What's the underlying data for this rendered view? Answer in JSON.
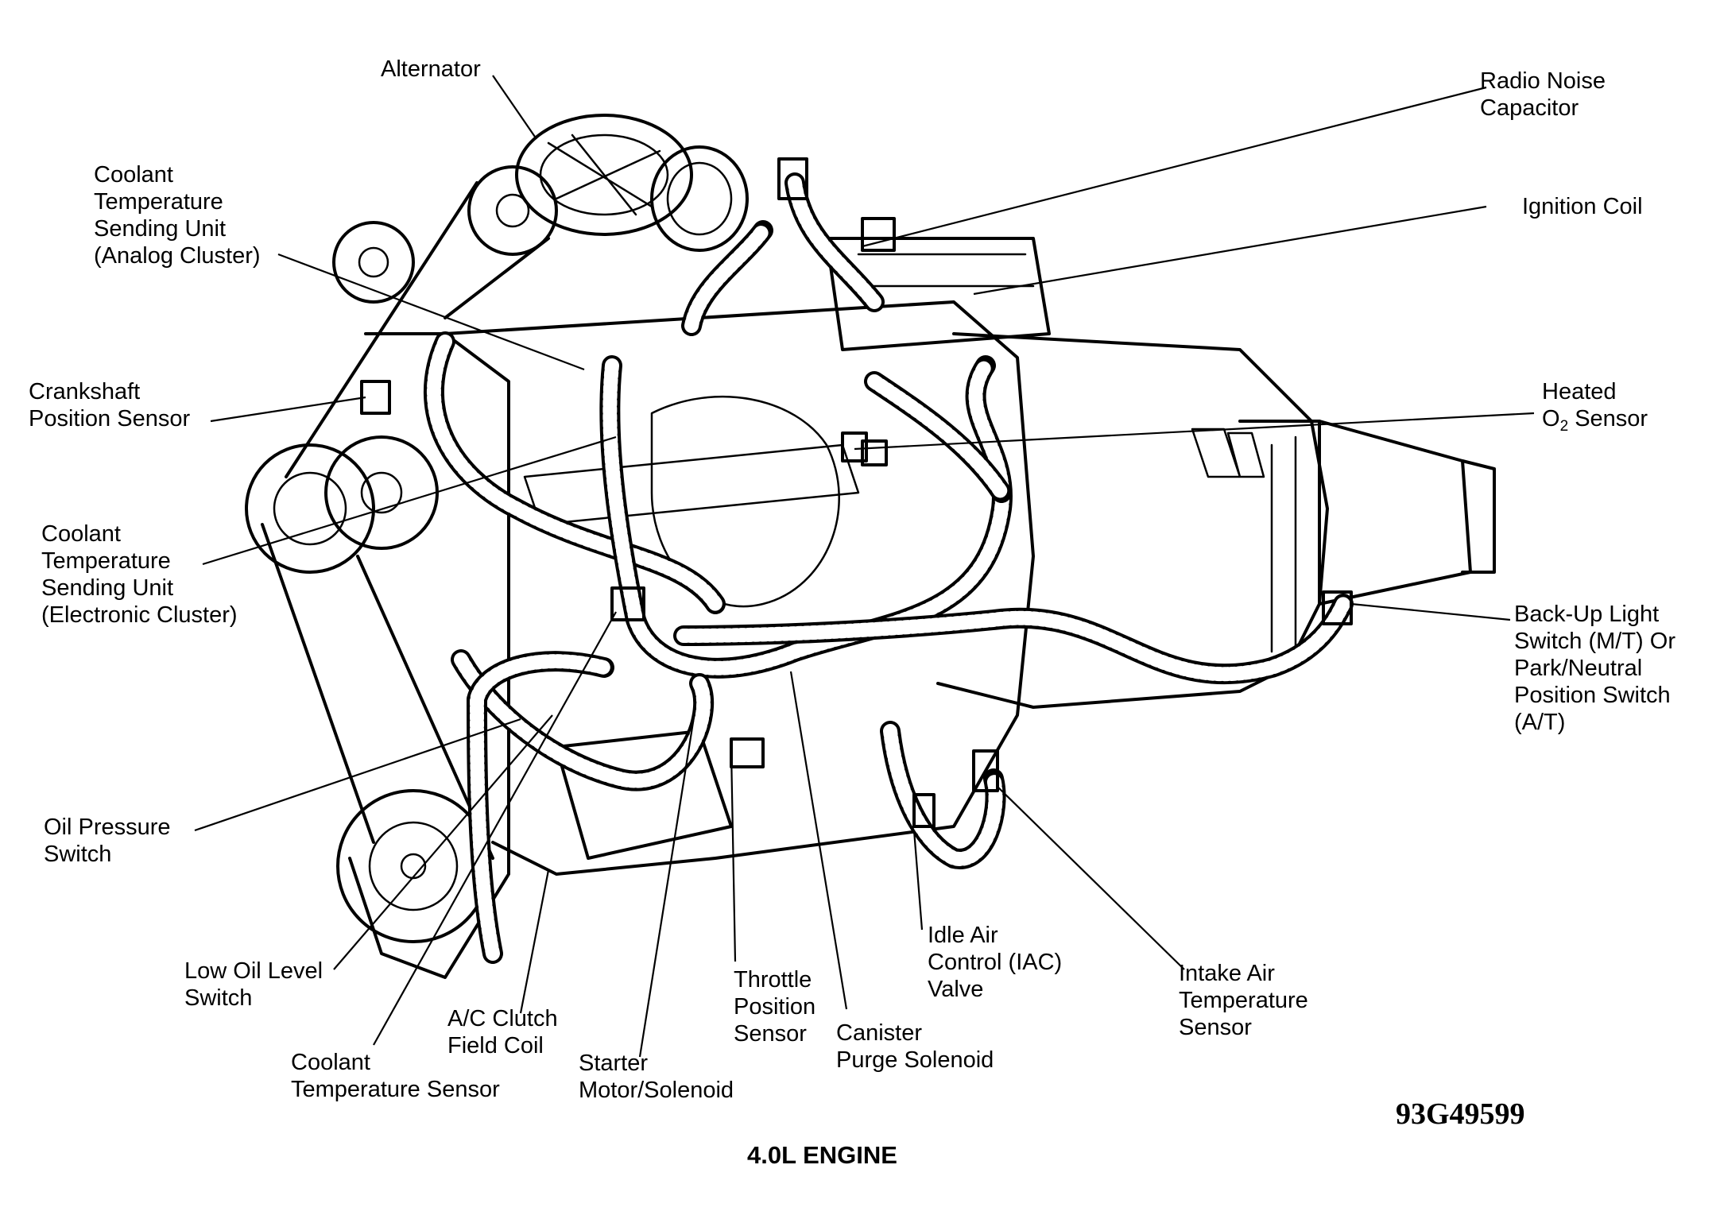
{
  "labels": {
    "alternator": "Alternator",
    "radio_noise_capacitor": "Radio Noise\nCapacitor",
    "coolant_temp_sending_analog": "Coolant\nTemperature\nSending Unit\n(Analog Cluster)",
    "ignition_coil": "Ignition Coil",
    "crankshaft_position_sensor": "Crankshaft\nPosition Sensor",
    "heated_o2_sensor_line1": "Heated",
    "heated_o2_sensor_o": "O",
    "heated_o2_sensor_sub": "2",
    "heated_o2_sensor_rest": " Sensor",
    "coolant_temp_sending_electronic": "Coolant\nTemperature\nSending Unit\n(Electronic Cluster)",
    "backup_light_switch": "Back-Up Light\nSwitch (M/T) Or\nPark/Neutral\nPosition Switch\n(A/T)",
    "oil_pressure_switch": "Oil Pressure\nSwitch",
    "idle_air_control_valve": "Idle Air\nControl (IAC)\nValve",
    "intake_air_temp_sensor": "Intake Air\nTemperature\nSensor",
    "low_oil_level_switch": "Low Oil Level\nSwitch",
    "throttle_position_sensor": "Throttle\nPosition\nSensor",
    "ac_clutch_field_coil": "A/C Clutch\nField Coil",
    "canister_purge_solenoid": "Canister\nPurge Solenoid",
    "coolant_temp_sensor": "Coolant\nTemperature Sensor",
    "starter_motor_solenoid": "Starter\nMotor/Solenoid"
  },
  "figure_code": "93G49599",
  "title": "4.0L ENGINE"
}
